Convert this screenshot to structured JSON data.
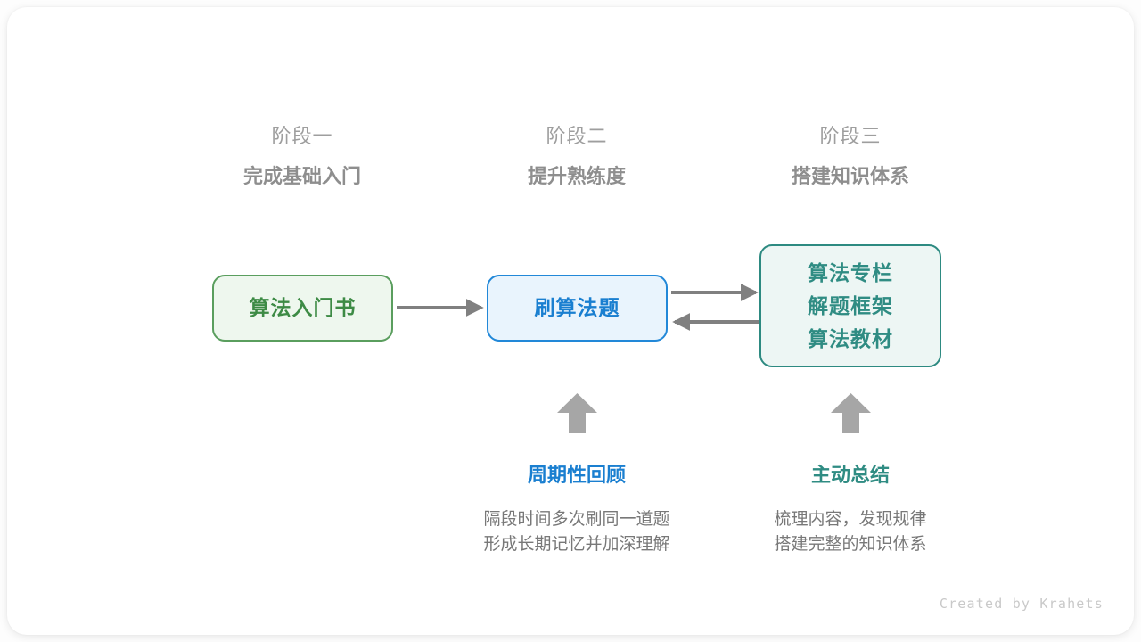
{
  "card": {
    "background": "#ffffff",
    "credit": "Created by Krahets"
  },
  "palette": {
    "green": "#3d8b45",
    "green_border": "#5a9e5e",
    "green_fill": "#eef7ee",
    "blue": "#1a7fd0",
    "blue_border": "#2288d8",
    "blue_fill": "#e9f4fd",
    "teal": "#2f8c83",
    "teal_border": "#2d8a81",
    "teal_fill": "#edf6f4",
    "gray_arrow": "#808080",
    "gray_block_arrow": "#a6a6a6",
    "gray_heading": "#9e9e9e",
    "gray_subheading": "#8e8e8e",
    "gray_body": "#787878"
  },
  "stages": [
    {
      "index": "阶段一",
      "title": "完成基础入门"
    },
    {
      "index": "阶段二",
      "title": "提升熟练度"
    },
    {
      "index": "阶段三",
      "title": "搭建知识体系"
    }
  ],
  "nodes": {
    "book": {
      "lines": [
        "算法入门书"
      ]
    },
    "practice": {
      "lines": [
        "刷算法题"
      ]
    },
    "resources": {
      "lines": [
        "算法专栏",
        "解题框架",
        "算法教材"
      ]
    }
  },
  "connectors": [
    {
      "name": "book-to-practice",
      "from": "book",
      "to": "practice",
      "direction": "right"
    },
    {
      "name": "practice-to-resources",
      "from": "practice",
      "to": "resources",
      "direction": "right"
    },
    {
      "name": "resources-to-practice",
      "from": "resources",
      "to": "practice",
      "direction": "left"
    },
    {
      "name": "review-to-practice",
      "from": "annot-0",
      "to": "practice",
      "direction": "up"
    },
    {
      "name": "summary-to-resources",
      "from": "annot-1",
      "to": "resources",
      "direction": "up"
    }
  ],
  "annotations": [
    {
      "title": "周期性回顾",
      "desc_lines": [
        "隔段时间多次刷同一道题",
        "形成长期记忆并加深理解"
      ]
    },
    {
      "title": "主动总结",
      "desc_lines": [
        "梳理内容，发现规律",
        "搭建完整的知识体系"
      ]
    }
  ]
}
